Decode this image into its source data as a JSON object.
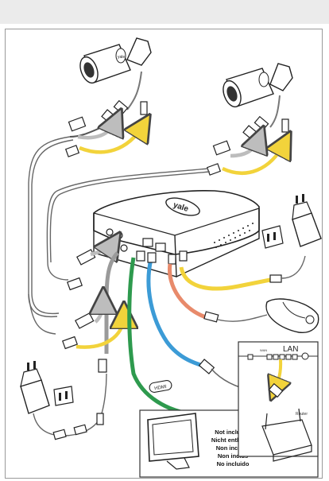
{
  "device": {
    "brand": "yale"
  },
  "cables": {
    "hdmi_label": "HDMI"
  },
  "router": {
    "lan_label": "LAN",
    "wan_label": "WAN",
    "caption": "Router"
  },
  "not_included": {
    "lines": [
      "Not included",
      "Nicht enthalten",
      "Non inclusa",
      "Non inclus",
      "No incluido"
    ]
  },
  "colors": {
    "hdmi_cable": "#2e9a4e",
    "lan_cable": "#3c9bd6",
    "usb_mouse_cable": "#e88a6b",
    "power_cable": "#f2d33b",
    "video_cable": "#9a9a9a",
    "arrow_yellow": "#f2d33b"
  }
}
